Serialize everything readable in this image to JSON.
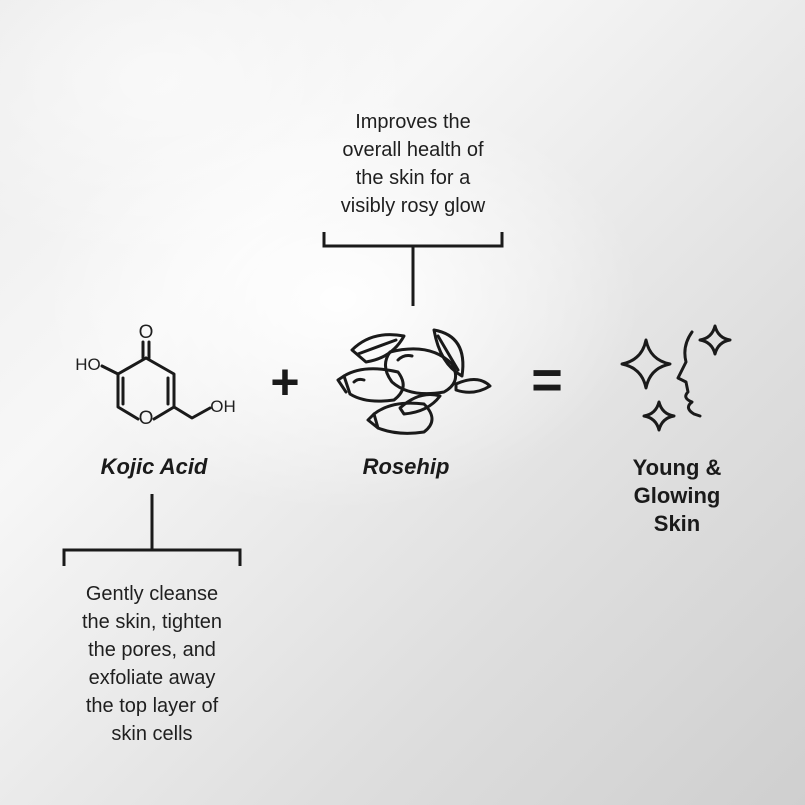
{
  "rosehip_caption": "Improves the\noverall health of\nthe skin for a\nvisibly rosy glow",
  "kojic_caption": "Gently cleanse\nthe skin, tighten\nthe pores, and\nexfoliate away\nthe top layer of\nskin cells",
  "ingredients": {
    "kojic": {
      "name": "Kojic Acid",
      "atom_ho": "HO",
      "atom_o_top": "O",
      "atom_o_ring": "O",
      "atom_oh": "OH"
    },
    "rosehip": {
      "name": "Rosehip"
    }
  },
  "operators": {
    "plus": "+",
    "equals": "="
  },
  "result": {
    "label": "Young &\nGlowing\nSkin"
  },
  "icons": {
    "molecule": "kojic-acid-structure-icon",
    "rosehip": "rosehip-fruit-icon",
    "result": "face-sparkle-icon"
  },
  "colors": {
    "ink": "#1a1a1a",
    "background": "#e8e8e8"
  }
}
